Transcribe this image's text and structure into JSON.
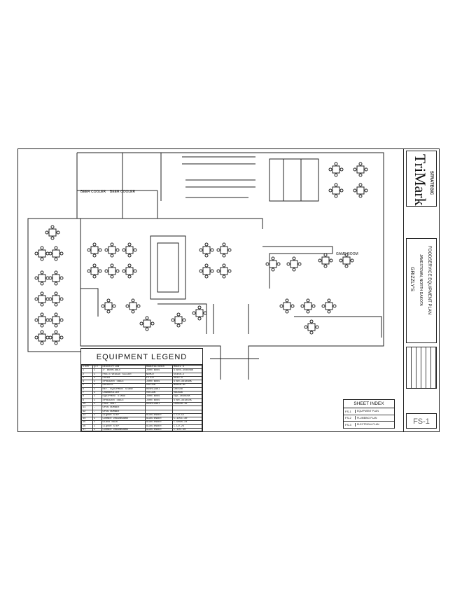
{
  "plan": {
    "labels": {
      "beer_cooler_1": "BEER COOLER",
      "beer_cooler_2": "BEER COOLER",
      "game_room": "GAME ROOM"
    }
  },
  "legend": {
    "title": "EQUIPMENT LEGEND",
    "headers": [
      "ITEM",
      "QTY",
      "DESCRIPTION",
      "MANUFACTURER",
      "MODEL #"
    ],
    "rows": [
      [
        "1",
        "1",
        "3' WORKTABLE",
        "JOHN BOOS",
        "ST6R5-3036SBK"
      ],
      [
        "2",
        "1",
        "FRUIT/VEGGIE SLICER",
        "NEMCO",
        "55450-2"
      ],
      [
        "3",
        "2",
        "FRYER",
        "PITCO",
        "SG14-S"
      ],
      [
        "4",
        "1",
        "SPREADER TABLE",
        "JOHN BOOS",
        "ST6R-3618SBK"
      ],
      [
        "5",
        "1",
        "GRIDDLE",
        "VULCAN",
        "MSA48-AC"
      ],
      [
        "6",
        "1",
        "REF. EQUIPMENT STAND",
        "HOSHIZAKI",
        "CRES48"
      ],
      [
        "7",
        "1",
        "CHARBROILER",
        "VULCAN",
        "VACB36"
      ],
      [
        "8",
        "1",
        "EQUIPMENT STAND",
        "JOHN BOOS",
        "EQS-3036OSK"
      ],
      [
        "9",
        "1",
        "SPREADER TABLE",
        "JOHN BOOS",
        "ST6R-3618SSK"
      ],
      [
        "10",
        "1",
        "PREP UNIT",
        "HOSHIZAKI",
        "CRMR48-16"
      ],
      [
        "11",
        "-",
        "OPEN NUMBER",
        "",
        ""
      ],
      [
        "12",
        "-",
        "OPEN NUMBER",
        "",
        ""
      ],
      [
        "13",
        "1",
        "LIQUOR STEP",
        "GLASTENDER",
        "C-LD-12"
      ],
      [
        "14",
        "1",
        "CORNER DRAINBOARD",
        "GLASTENDER",
        "C-IDCC-30"
      ],
      [
        "15",
        "1",
        "GLASS RACK",
        "GLASTENDER",
        "C-GRDS-24"
      ],
      [
        "16",
        "1",
        "LIQUOR STEP",
        "GLASTENDER",
        "C-LD-24"
      ],
      [
        "17",
        "1",
        "CORNER DRAINBOARD",
        "GLASTENDER",
        "C-IDC-30"
      ]
    ]
  },
  "sheet_index": {
    "title": "SHEET INDEX",
    "rows": [
      [
        "FS-1",
        "EQUIPMENT PLAN"
      ],
      [
        "FS-2",
        "PLUMBING PLAN"
      ],
      [
        "FS-3",
        "ELECTRICAL PLAN"
      ]
    ]
  },
  "title_block": {
    "brand": "TriMark",
    "brand_sub": "STRATEGIC",
    "project": "GRIZZLY'S",
    "location": "JAMESTOWN, NORTH DAKOTA",
    "sheet_title": "FOODSERVICE EQUIPMENT PLAN",
    "sheet_number": "FS-1"
  }
}
